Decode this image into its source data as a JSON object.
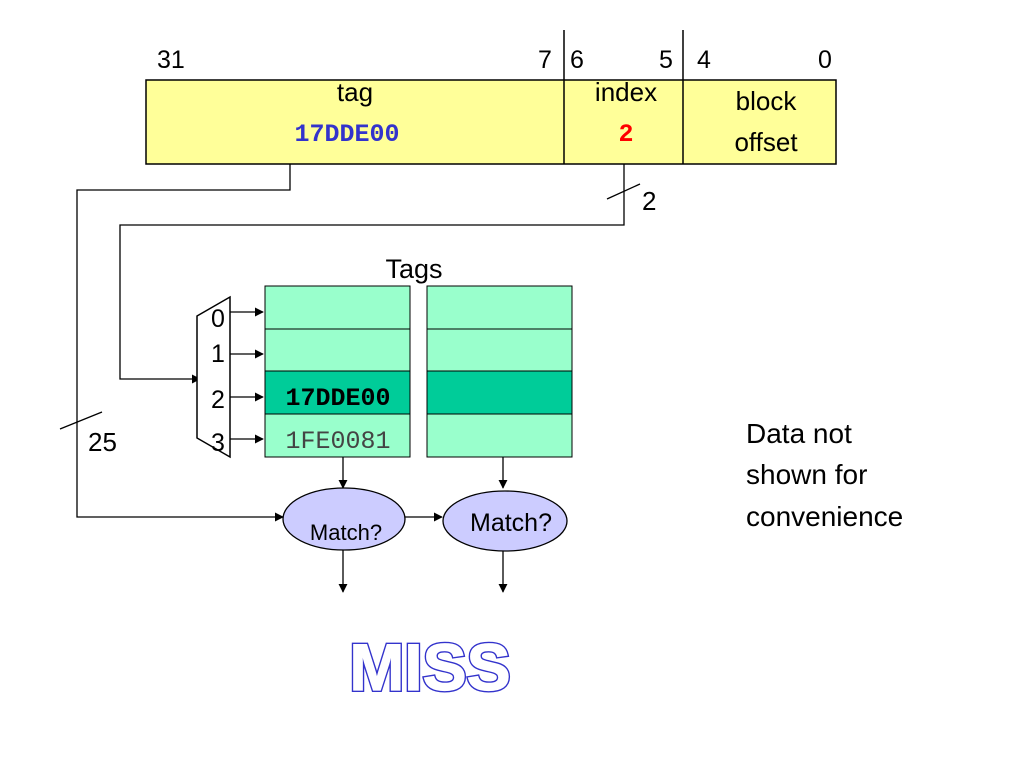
{
  "address": {
    "bit_labels": {
      "b31": "31",
      "b7": "7",
      "b6": "6",
      "b5": "5",
      "b4": "4",
      "b0": "0"
    },
    "tag_label": "tag",
    "tag_value": "17DDE00",
    "index_label": "index",
    "index_value": "2",
    "offset_line1": "block",
    "offset_line2": "offset"
  },
  "wire_labels": {
    "index_width": "2",
    "tag_width": "25"
  },
  "tags_title": "Tags",
  "mux_inputs": [
    "0",
    "1",
    "2",
    "3"
  ],
  "ways": [
    {
      "rows": [
        "",
        "",
        "17DDE00",
        "1FE0081"
      ]
    },
    {
      "rows": [
        "",
        "",
        "",
        ""
      ]
    }
  ],
  "match_labels": [
    "Match?",
    "Match?"
  ],
  "note_lines": [
    "Data not",
    "shown for",
    "convenience"
  ],
  "result": "MISS",
  "colors": {
    "address_fill": "#ffff99",
    "tag_cell": "#99ffcc",
    "tag_cell_selected": "#00cc99",
    "match_fill": "#ccccff",
    "tag_value": "#3333cc",
    "index_value": "#ff0000"
  }
}
